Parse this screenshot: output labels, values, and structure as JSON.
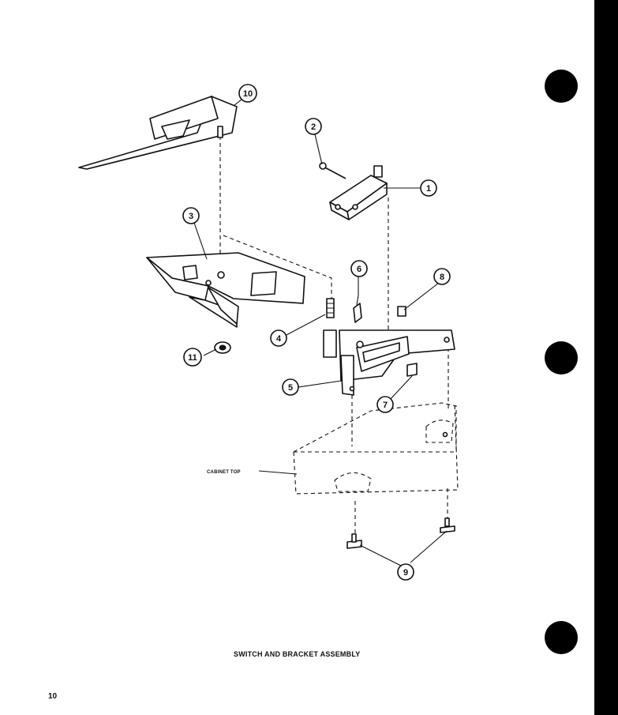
{
  "diagram": {
    "callouts": [
      "1",
      "2",
      "3",
      "4",
      "5",
      "6",
      "7",
      "8",
      "9",
      "10",
      "11"
    ],
    "labels": {
      "cabinet_top": "CABINET TOP"
    }
  },
  "caption": "SWITCH AND BRACKET ASSEMBLY",
  "page_number": "10",
  "colors": {
    "ink": "#111111",
    "paper": "#ffffff",
    "binder": "#000000"
  }
}
